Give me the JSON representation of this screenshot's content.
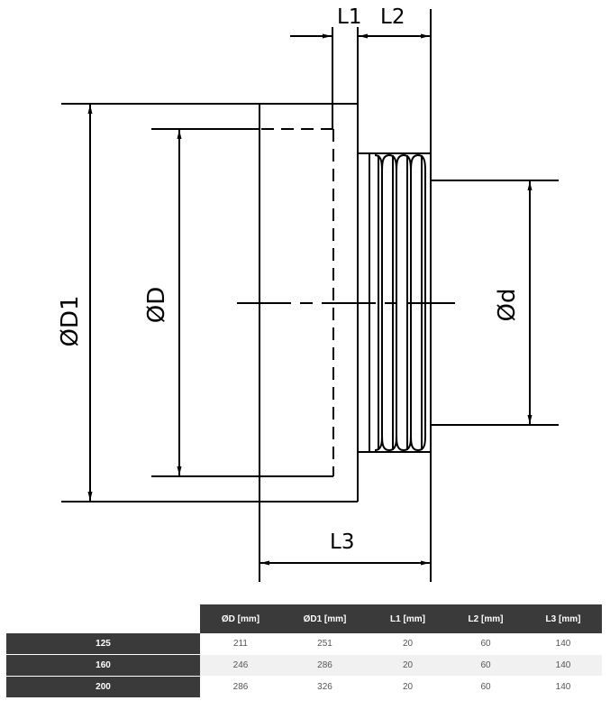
{
  "drawing": {
    "labels": {
      "l1": "L1",
      "l2": "L2",
      "l3": "L3",
      "d1": "ØD1",
      "d": "ØD",
      "dsmall": "Ød"
    }
  },
  "table": {
    "headers": [
      "ØD [mm]",
      "ØD1 [mm]",
      "L1 [mm]",
      "L2 [mm]",
      "L3 [mm]"
    ],
    "rows": [
      {
        "label": "125",
        "values": [
          "211",
          "251",
          "20",
          "60",
          "140"
        ]
      },
      {
        "label": "160",
        "values": [
          "246",
          "286",
          "20",
          "60",
          "140"
        ]
      },
      {
        "label": "200",
        "values": [
          "286",
          "326",
          "20",
          "60",
          "140"
        ]
      }
    ]
  }
}
